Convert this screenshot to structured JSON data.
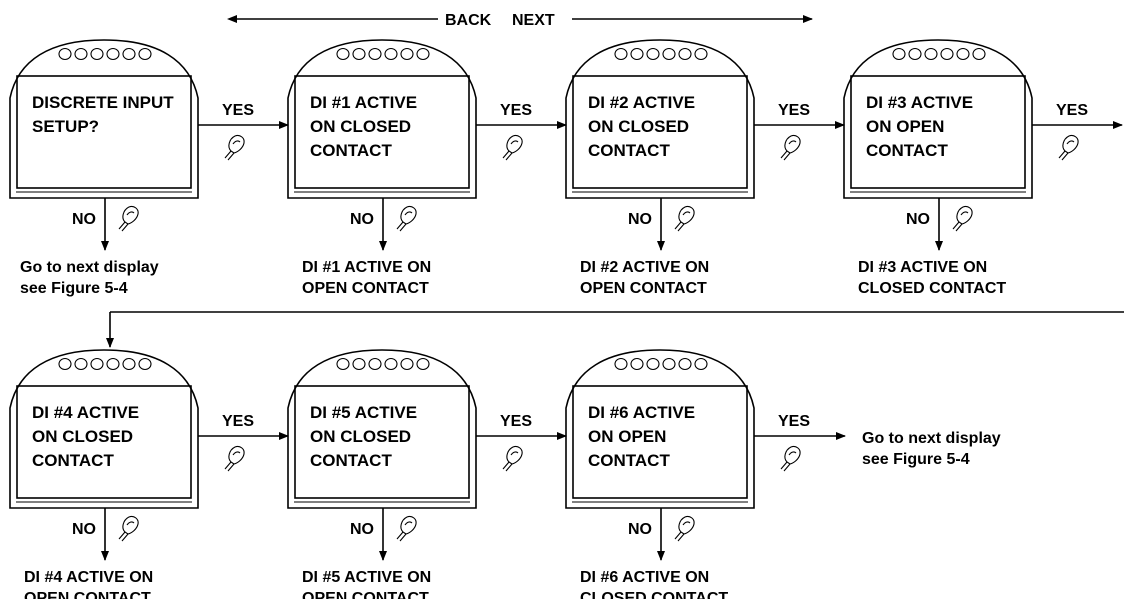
{
  "header": {
    "back_label": "BACK",
    "next_label": "NEXT"
  },
  "yes_label": "YES",
  "no_label": "NO",
  "flow_end_text": [
    "Go to next  display",
    "see Figure 5-4"
  ],
  "row1": [
    {
      "screen": [
        "DISCRETE INPUT",
        "SETUP?"
      ],
      "no_result": [
        "Go to next  display",
        "see Figure 5-4"
      ]
    },
    {
      "screen": [
        "DI #1 ACTIVE",
        "ON CLOSED",
        "CONTACT"
      ],
      "no_result": [
        "DI #1 ACTIVE ON",
        "OPEN CONTACT"
      ]
    },
    {
      "screen": [
        "DI #2 ACTIVE",
        "ON CLOSED",
        "CONTACT"
      ],
      "no_result": [
        "DI #2 ACTIVE ON",
        "OPEN CONTACT"
      ]
    },
    {
      "screen": [
        "DI #3 ACTIVE",
        "ON OPEN",
        "CONTACT"
      ],
      "no_result": [
        "DI #3 ACTIVE ON",
        "CLOSED CONTACT"
      ]
    }
  ],
  "row2": [
    {
      "screen": [
        "DI #4 ACTIVE",
        "ON CLOSED",
        "CONTACT"
      ],
      "no_result": [
        "DI #4 ACTIVE ON",
        "OPEN CONTACT"
      ]
    },
    {
      "screen": [
        "DI #5 ACTIVE",
        "ON CLOSED",
        "CONTACT"
      ],
      "no_result": [
        "DI #5 ACTIVE ON",
        "OPEN CONTACT"
      ]
    },
    {
      "screen": [
        "DI #6 ACTIVE",
        "ON OPEN",
        "CONTACT"
      ],
      "no_result": [
        "DI #6 ACTIVE ON",
        "CLOSED CONTACT"
      ]
    }
  ]
}
